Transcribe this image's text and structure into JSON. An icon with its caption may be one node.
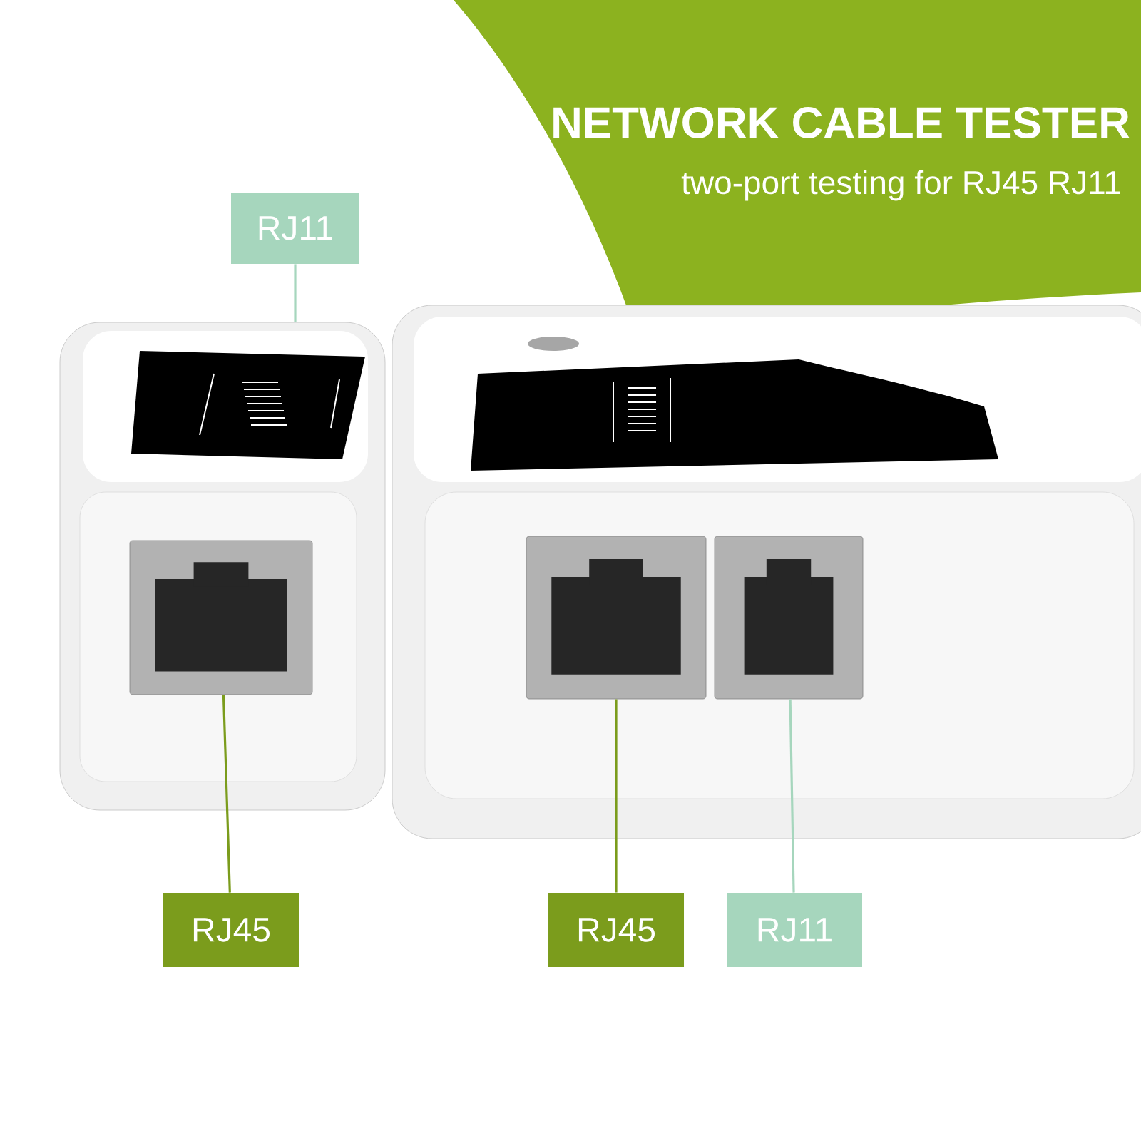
{
  "diagram": {
    "title": "NETWORK CABLE TESTER",
    "nodes": [
      {
        "text": [
          "RJ11"
        ]
      },
      {
        "text": [
          "RJ45"
        ]
      },
      {
        "text": [
          "RJ45"
        ]
      },
      {
        "text": [
          "RJ11"
        ]
      },
      {
        "text": [],
        "shape": "picture"
      },
      {
        "text": [],
        "shape": "picture",
        "in": 4
      },
      {
        "text": [],
        "shape": "picture"
      },
      {
        "text": [],
        "shape": "picture",
        "in": 6
      },
      {
        "text": [],
        "shape": "picture",
        "in": 6
      }
    ],
    "edges": [
      {
        "from": 0,
        "to": 4,
        "arrow": "none",
        "color": "#a6d6bd"
      },
      {
        "from": 1,
        "to": 5,
        "arrow": "none",
        "color": "#7b9c1c"
      },
      {
        "from": 2,
        "to": 7,
        "arrow": "none",
        "color": "#7b9c1c"
      },
      {
        "from": 3,
        "to": 8,
        "arrow": "none",
        "color": "#a6d6bd"
      }
    ],
    "labels": [
      "two-port testing for RJ45 RJ11"
    ]
  }
}
